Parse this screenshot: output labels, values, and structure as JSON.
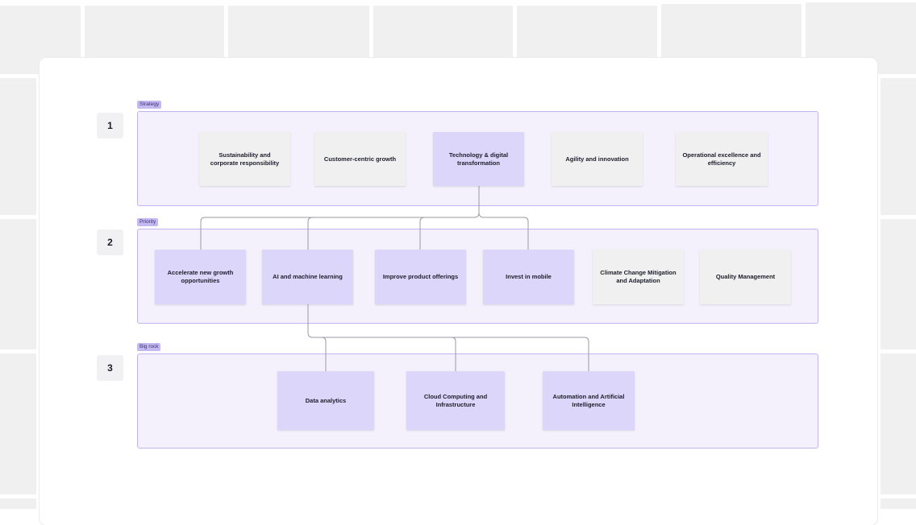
{
  "colors": {
    "lane_fill": "#f4f1fd",
    "lane_border": "#c2b4f0",
    "tag_fill": "#c5b9f2",
    "card_highlight": "#dcd6fa",
    "card_plain": "#f0f0f1",
    "connector": "#9a9aa4"
  },
  "rows": [
    {
      "number": "1",
      "tag": "Strategy",
      "cards": [
        {
          "label": "Sustainability and corporate responsibility",
          "highlight": false
        },
        {
          "label": "Customer-centric growth",
          "highlight": false
        },
        {
          "label": "Technology & digital transformation",
          "highlight": true
        },
        {
          "label": "Agility and innovation",
          "highlight": false
        },
        {
          "label": "Operational excellence and efficiency",
          "highlight": false
        }
      ]
    },
    {
      "number": "2",
      "tag": "Priority",
      "cards": [
        {
          "label": "Accelerate new growth opportunities",
          "highlight": true
        },
        {
          "label": "AI and machine learning",
          "highlight": true
        },
        {
          "label": "Improve product offerings",
          "highlight": true
        },
        {
          "label": "Invest in mobile",
          "highlight": true
        },
        {
          "label": "Climate Change Mitigation and Adaptation",
          "highlight": false
        },
        {
          "label": "Quality Management",
          "highlight": false
        }
      ]
    },
    {
      "number": "3",
      "tag": "Big rock",
      "cards": [
        {
          "label": "Data analytics",
          "highlight": true
        },
        {
          "label": "Cloud Computing and Infrastructure",
          "highlight": true
        },
        {
          "label": "Automation and Artificial Intelligence",
          "highlight": true
        }
      ]
    }
  ]
}
